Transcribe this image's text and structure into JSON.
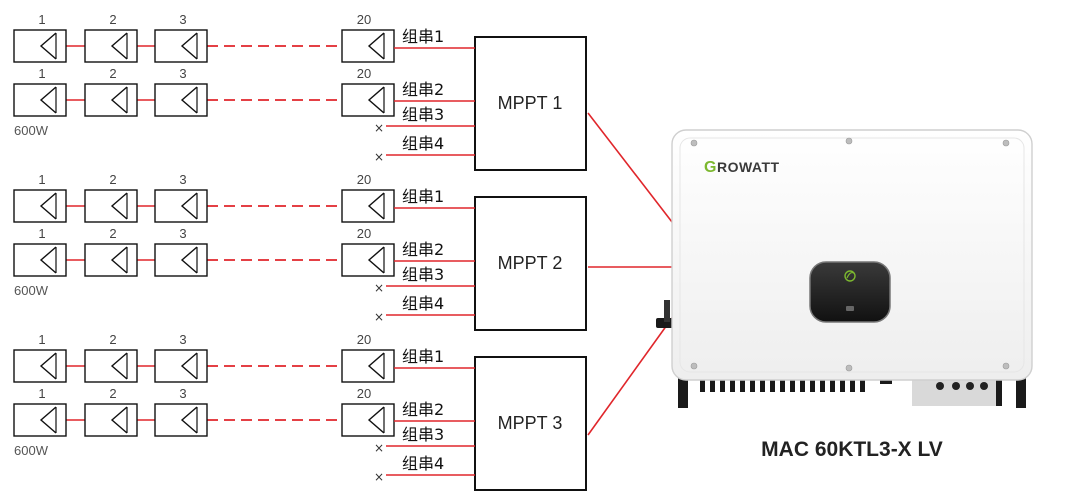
{
  "diagram": {
    "groups": [
      {
        "mppt_label": "MPPT 1",
        "rows": [
          {
            "panel_numbers": [
              "1",
              "2",
              "3",
              "20"
            ],
            "string_label": "组串1"
          },
          {
            "panel_numbers": [
              "1",
              "2",
              "3",
              "20"
            ],
            "string_label": "组串2"
          }
        ],
        "unused_strings": [
          "组串3",
          "组串4"
        ],
        "power_label": "600W"
      },
      {
        "mppt_label": "MPPT 2",
        "rows": [
          {
            "panel_numbers": [
              "1",
              "2",
              "3",
              "20"
            ],
            "string_label": "组串1"
          },
          {
            "panel_numbers": [
              "1",
              "2",
              "3",
              "20"
            ],
            "string_label": "组串2"
          }
        ],
        "unused_strings": [
          "组串3",
          "组串4"
        ],
        "power_label": "600W"
      },
      {
        "mppt_label": "MPPT 3",
        "rows": [
          {
            "panel_numbers": [
              "1",
              "2",
              "3",
              "20"
            ],
            "string_label": "组串1"
          },
          {
            "panel_numbers": [
              "1",
              "2",
              "3",
              "20"
            ],
            "string_label": "组串2"
          }
        ],
        "unused_strings": [
          "组串3",
          "组串4"
        ],
        "power_label": "600W"
      }
    ],
    "unused_marker": "×",
    "inverter": {
      "brand": "GROWATT",
      "model": "MAC 60KTL3-X LV"
    },
    "colors": {
      "wire": "#e0262b",
      "brand_accent": "#7cb82f",
      "box_stroke": "#111111"
    }
  }
}
